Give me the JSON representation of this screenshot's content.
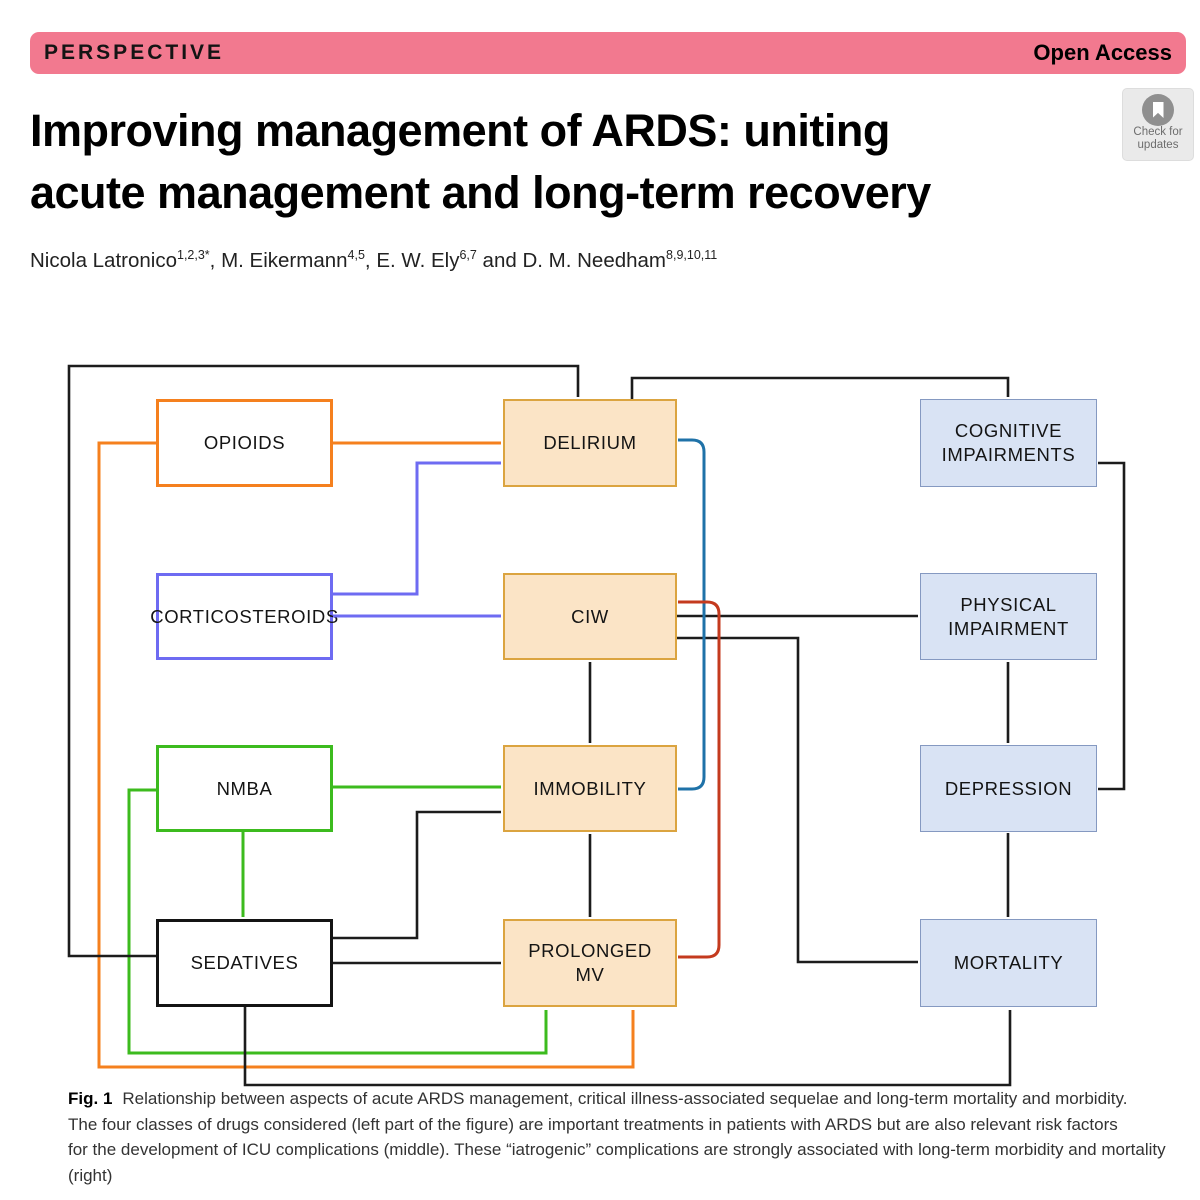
{
  "banner": {
    "category": "PERSPECTIVE",
    "access_label": "Open Access"
  },
  "update_badge": {
    "line1": "Check for",
    "line2": "updates",
    "icon": "bookmark-circle-icon"
  },
  "article": {
    "title_line1": "Improving management of ARDS: uniting",
    "title_line2": "acute management and long-term recovery",
    "authors": [
      {
        "text": "Nicola Latronico",
        "sup": "1,2,3*"
      },
      {
        "text": ", M. Eikermann",
        "sup": "4,5"
      },
      {
        "text": ", E. W. Ely",
        "sup": "6,7"
      },
      {
        "text": " and D. M. Needham",
        "sup": "8,9,10,11"
      }
    ]
  },
  "diagram": {
    "colors": {
      "pink": "#F2798F",
      "black": "#1c1c1c",
      "orange": "#F5801E",
      "blue": "#6E6BF2",
      "green": "#3CBB1E",
      "teal": "#1F72A8",
      "red": "#C43A1E",
      "peach": "#FBE4C6",
      "gold": "#DBA440",
      "lightblue": "#D9E3F4",
      "steel": "#8599C1"
    },
    "boxes": [
      {
        "id": "opioids",
        "label": "OPIOIDS",
        "group": "drug"
      },
      {
        "id": "corticosteroids",
        "label": "CORTICOSTEROIDS",
        "group": "drug"
      },
      {
        "id": "nmba",
        "label": "NMBA",
        "group": "drug"
      },
      {
        "id": "sedatives",
        "label": "SEDATIVES",
        "group": "drug"
      },
      {
        "id": "delirium",
        "label": "DELIRIUM",
        "group": "complication"
      },
      {
        "id": "ciw",
        "label": "CIW",
        "group": "complication"
      },
      {
        "id": "immobility",
        "label": "IMMOBILITY",
        "group": "complication"
      },
      {
        "id": "prolonged-mv",
        "label": "PROLONGED MV",
        "group": "complication"
      },
      {
        "id": "cognitive-impairments",
        "label": "COGNITIVE IMPAIRMENTS",
        "group": "outcome"
      },
      {
        "id": "physical-impairment",
        "label": "PHYSICAL IMPAIRMENT",
        "group": "outcome"
      },
      {
        "id": "depression",
        "label": "DEPRESSION",
        "group": "outcome"
      },
      {
        "id": "mortality",
        "label": "MORTALITY",
        "group": "outcome"
      }
    ],
    "edges": [
      {
        "from": "OPIOIDS",
        "to": "DELIRIUM",
        "color": "orange",
        "bidirectional": false
      },
      {
        "from": "OPIOIDS",
        "to": "PROLONGED MV",
        "color": "orange",
        "bidirectional": false
      },
      {
        "from": "CORTICOSTEROIDS",
        "to": "DELIRIUM",
        "color": "blue",
        "bidirectional": false
      },
      {
        "from": "CORTICOSTEROIDS",
        "to": "CIW",
        "color": "blue",
        "bidirectional": false
      },
      {
        "from": "NMBA",
        "to": "IMMOBILITY",
        "color": "green",
        "bidirectional": false
      },
      {
        "from": "NMBA",
        "to": "SEDATIVES",
        "color": "green",
        "bidirectional": false
      },
      {
        "from": "NMBA",
        "to": "PROLONGED MV",
        "color": "green",
        "bidirectional": false
      },
      {
        "from": "SEDATIVES",
        "to": "DELIRIUM",
        "color": "black",
        "bidirectional": false
      },
      {
        "from": "SEDATIVES",
        "to": "IMMOBILITY",
        "color": "black",
        "bidirectional": false
      },
      {
        "from": "SEDATIVES",
        "to": "PROLONGED MV",
        "color": "black",
        "bidirectional": false
      },
      {
        "from": "SEDATIVES",
        "to": "MORTALITY",
        "color": "black",
        "bidirectional": false
      },
      {
        "from": "DELIRIUM",
        "to": "COGNITIVE IMPAIRMENTS",
        "color": "black",
        "bidirectional": false
      },
      {
        "from": "DELIRIUM",
        "to": "IMMOBILITY",
        "color": "teal",
        "bidirectional": true
      },
      {
        "from": "CIW",
        "to": "PROLONGED MV",
        "color": "red",
        "bidirectional": true
      },
      {
        "from": "CIW",
        "to": "IMMOBILITY",
        "color": "black",
        "bidirectional": true
      },
      {
        "from": "IMMOBILITY",
        "to": "PROLONGED MV",
        "color": "black",
        "bidirectional": true
      },
      {
        "from": "CIW",
        "to": "PHYSICAL IMPAIRMENT",
        "color": "black",
        "bidirectional": false
      },
      {
        "from": "CIW",
        "to": "MORTALITY",
        "color": "black",
        "bidirectional": false
      },
      {
        "from": "PHYSICAL IMPAIRMENT",
        "to": "DEPRESSION",
        "color": "black",
        "bidirectional": true
      },
      {
        "from": "COGNITIVE IMPAIRMENTS",
        "to": "DEPRESSION",
        "color": "black",
        "bidirectional": true
      },
      {
        "from": "DEPRESSION",
        "to": "MORTALITY",
        "color": "black",
        "bidirectional": false
      }
    ]
  },
  "caption": {
    "fig_label": "Fig. 1",
    "line1": "Relationship between aspects of acute ARDS management, critical illness-associated sequelae and long-term mortality and morbidity.",
    "line2": "The four classes of drugs considered (left part of the figure) are important treatments in patients with ARDS but are also relevant risk factors",
    "line3": "for the development of ICU complications (middle). These “iatrogenic” complications are strongly associated with long-term morbidity and mortality",
    "line4": "(right)"
  }
}
